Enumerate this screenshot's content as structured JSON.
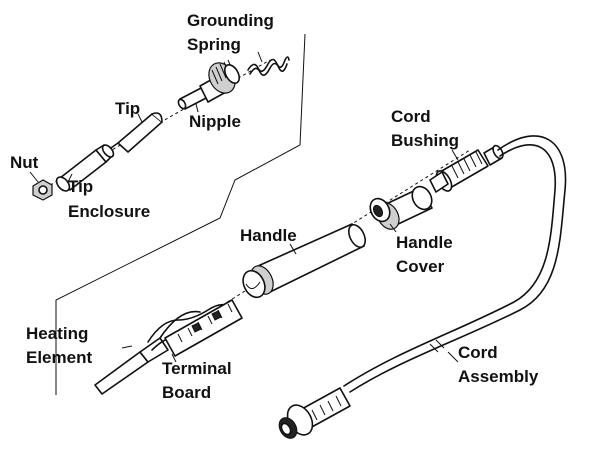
{
  "labels": {
    "grounding_spring_l1": "Grounding",
    "grounding_spring_l2": "Spring",
    "tip": "Tip",
    "nipple": "Nipple",
    "nut": "Nut",
    "tip_enclosure_l1": "Tip",
    "tip_enclosure_l2": "Enclosure",
    "cord_bushing_l1": "Cord",
    "cord_bushing_l2": "Bushing",
    "handle": "Handle",
    "handle_cover_l1": "Handle",
    "handle_cover_l2": "Cover",
    "heating_element_l1": "Heating",
    "heating_element_l2": "Element",
    "terminal_board_l1": "Terminal",
    "terminal_board_l2": "Board",
    "cord_assembly_l1": "Cord",
    "cord_assembly_l2": "Assembly"
  }
}
